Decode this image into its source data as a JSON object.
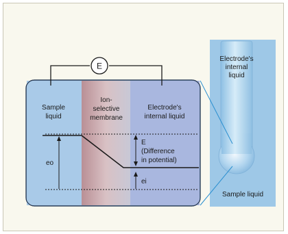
{
  "labels": {
    "e_circle": "E",
    "sample_liquid_line1": "Sample",
    "sample_liquid_line2": "liquid",
    "membrane_line1": "Ion-",
    "membrane_line2": "selective",
    "membrane_line3": "membrane",
    "internal_line1": "Electrode's",
    "internal_line2": "internal liquid",
    "e_label": "E",
    "diff_line1": "(Difference",
    "diff_line2": "in potential)",
    "eo": "eo",
    "ei": "ei",
    "electrode_internal_line1": "Electrode's",
    "electrode_internal_line2": "internal",
    "electrode_internal_line3": "liquid",
    "sample_liquid_right": "Sample liquid"
  },
  "colors": {
    "sample_region": "#a9cae8",
    "membrane_region": "#c79a9c",
    "internal_region": "#a9b7df",
    "outer_box": "#8fb6d9",
    "electrode_tube": "#a4cdea",
    "frame_bg": "#f9f8ee"
  }
}
